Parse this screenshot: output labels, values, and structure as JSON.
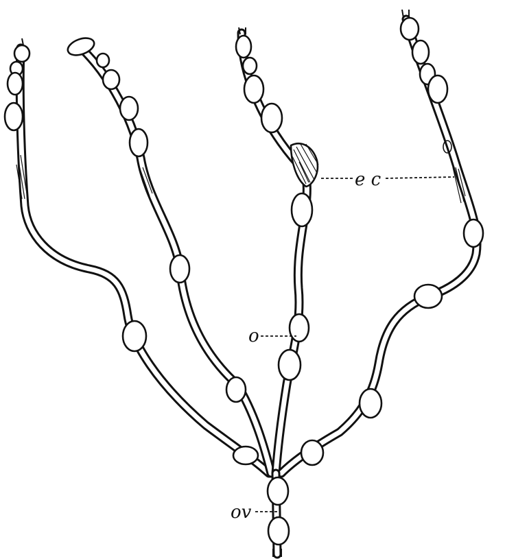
{
  "figure": {
    "labels": {
      "ec": "e c",
      "o": "o",
      "ov": "ov"
    }
  }
}
